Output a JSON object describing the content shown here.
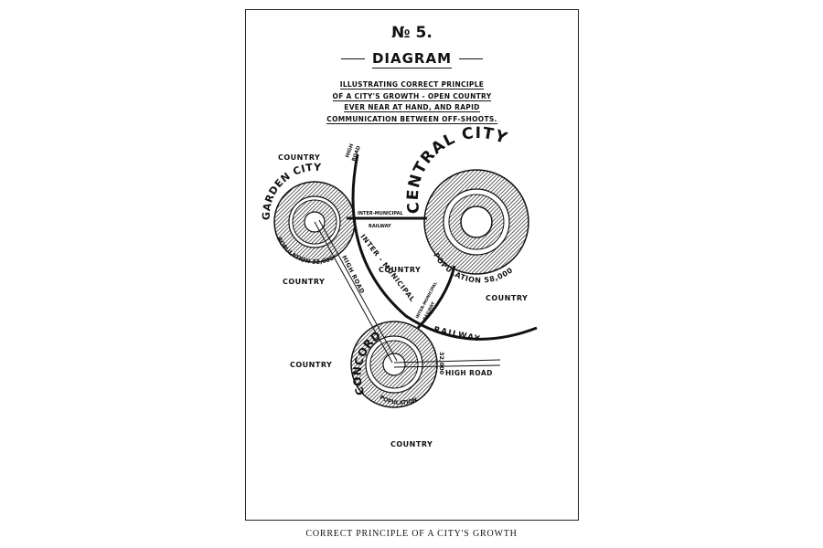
{
  "figure": {
    "number": "№ 5.",
    "title": "DIAGRAM",
    "subtitle_lines": [
      "ILLUSTRATING CORRECT PRINCIPLE",
      "OF A CITY'S GROWTH - OPEN COUNTRY",
      "EVER NEAR AT HAND, AND RAPID",
      "COMMUNICATION BETWEEN OFF-SHOOTS."
    ],
    "caption": "CORRECT PRINCIPLE OF A CITY'S GROWTH"
  },
  "diagram": {
    "cities": {
      "garden_city": {
        "name": "GARDEN CITY",
        "population": "POPULATION 32,000"
      },
      "central_city": {
        "name": "CENTRAL CITY",
        "population": "POPULATION 58,000"
      },
      "concord": {
        "name": "CONCORD",
        "population_word": "POPULATION",
        "population_number": "32,000"
      }
    },
    "labels": {
      "country": "COUNTRY",
      "high_road": "HIGH ROAD",
      "high_road_top_1": "HIGH",
      "high_road_top_2": "ROAD",
      "inter_municipal_railway_1": "INTER-MUNICIPAL",
      "inter_municipal_railway_2": "RAILWAY",
      "inter_municipal": "INTER - MUNICIPAL",
      "railway": "RAILWAY",
      "small_inter_municipal": "INTER-MUNICIPAL",
      "small_railway": "RAILWAY"
    },
    "colors": {
      "ink": "#111111",
      "paper": "#ffffff"
    }
  }
}
